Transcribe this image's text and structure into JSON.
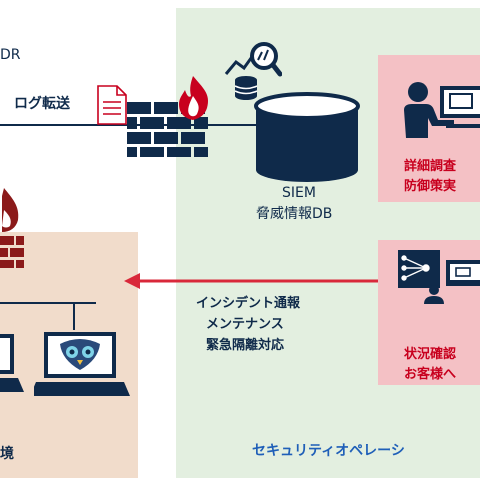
{
  "labels": {
    "edr_partial": "DR",
    "log_transfer": "ログ転送",
    "siem_name": "SIEM",
    "siem_db": "脅威情報DB",
    "actions": [
      "インシデント通報",
      "メンテナンス",
      "緊急隔離対応"
    ],
    "investigation_line1": "詳細調査",
    "investigation_line2": "防御策実",
    "status_line1": "状況確認",
    "status_line2": "お客様へ",
    "soc_title": "セキュリティオペレーシ",
    "customer_partial": "境"
  },
  "colors": {
    "soc_bg": "#e3efe0",
    "customer_bg": "#f1dccb",
    "pink": "#f4c1c5",
    "navy": "#0f2a4a",
    "accent_red": "#c8001e",
    "arrow_red": "#d9283a",
    "title_blue": "#1f5fb8"
  }
}
